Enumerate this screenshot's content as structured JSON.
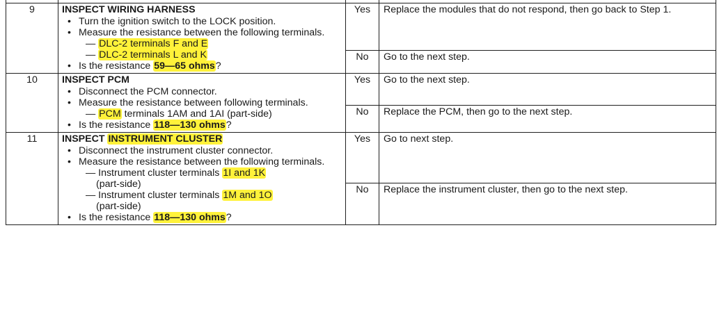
{
  "steps": [
    {
      "number": "9",
      "title": "INSPECT WIRING HARNESS",
      "bullet1": "Turn the ignition switch to the LOCK position.",
      "bullet2": "Measure the resistance between the following terminals.",
      "sub1_prefix": "— ",
      "sub1": "DLC-2 terminals F and E",
      "sub2_prefix": "— ",
      "sub2": "DLC-2 terminals L and K",
      "question_prefix": "Is the resistance ",
      "question_value": "59—65 ohms",
      "question_suffix": "?",
      "yes_label": "Yes",
      "yes_action": "Replace the modules that do not respond, then go back to Step 1.",
      "no_label": "No",
      "no_action": "Go to the next step."
    },
    {
      "number": "10",
      "title": "INSPECT PCM",
      "bullet1": "Disconnect the PCM connector.",
      "bullet2": "Measure the resistance between following terminals.",
      "sub1_prefix": "— ",
      "sub1_hl": "PCM",
      "sub1_rest": " terminals 1AM and 1AI (part-side)",
      "question_prefix": "Is the resistance ",
      "question_value": "118—130 ohms",
      "question_suffix": "?",
      "yes_label": "Yes",
      "yes_action": "Go to the next step.",
      "no_label": "No",
      "no_action": "Replace the PCM, then go to the next step."
    },
    {
      "number": "11",
      "title_prefix": "INSPECT ",
      "title_hl": "INSTRUMENT CLUSTER",
      "bullet1": "Disconnect the instrument cluster connector.",
      "bullet2": "Measure the resistance between the following terminals.",
      "sub1_prefix": "— Instrument cluster terminals ",
      "sub1_hl": "1I and 1K",
      "sub1_cont": "(part-side)",
      "sub2_prefix": "— Instrument cluster terminals ",
      "sub2_hl": "1M and 1O",
      "sub2_cont": "(part-side)",
      "question_prefix": "Is the resistance ",
      "question_value": "118—130 ohms",
      "question_suffix": "?",
      "yes_label": "Yes",
      "yes_action": "Go to next step.",
      "no_label": "No",
      "no_action": "Replace the instrument cluster, then go to the next step."
    }
  ],
  "colors": {
    "highlight": "#fff23a",
    "rule": "#1f1f1f"
  }
}
